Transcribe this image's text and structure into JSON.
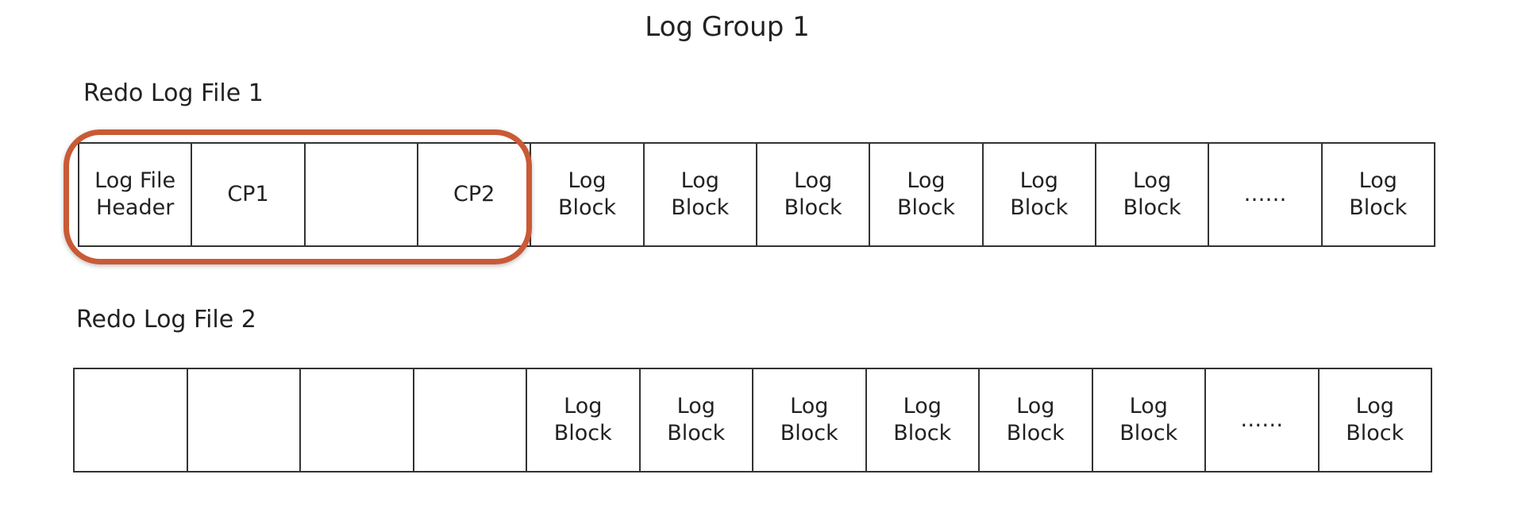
{
  "title": "Log Group 1",
  "highlight_color": "#c95a36",
  "files": [
    {
      "label": "Redo Log File 1",
      "cells": [
        "Log File\nHeader",
        "CP1",
        "",
        "CP2",
        "Log\nBlock",
        "Log\nBlock",
        "Log\nBlock",
        "Log\nBlock",
        "Log\nBlock",
        "Log\nBlock",
        "……",
        "Log\nBlock"
      ]
    },
    {
      "label": "Redo Log File 2",
      "cells": [
        "",
        "",
        "",
        "",
        "Log\nBlock",
        "Log\nBlock",
        "Log\nBlock",
        "Log\nBlock",
        "Log\nBlock",
        "Log\nBlock",
        "……",
        "Log\nBlock"
      ]
    }
  ]
}
